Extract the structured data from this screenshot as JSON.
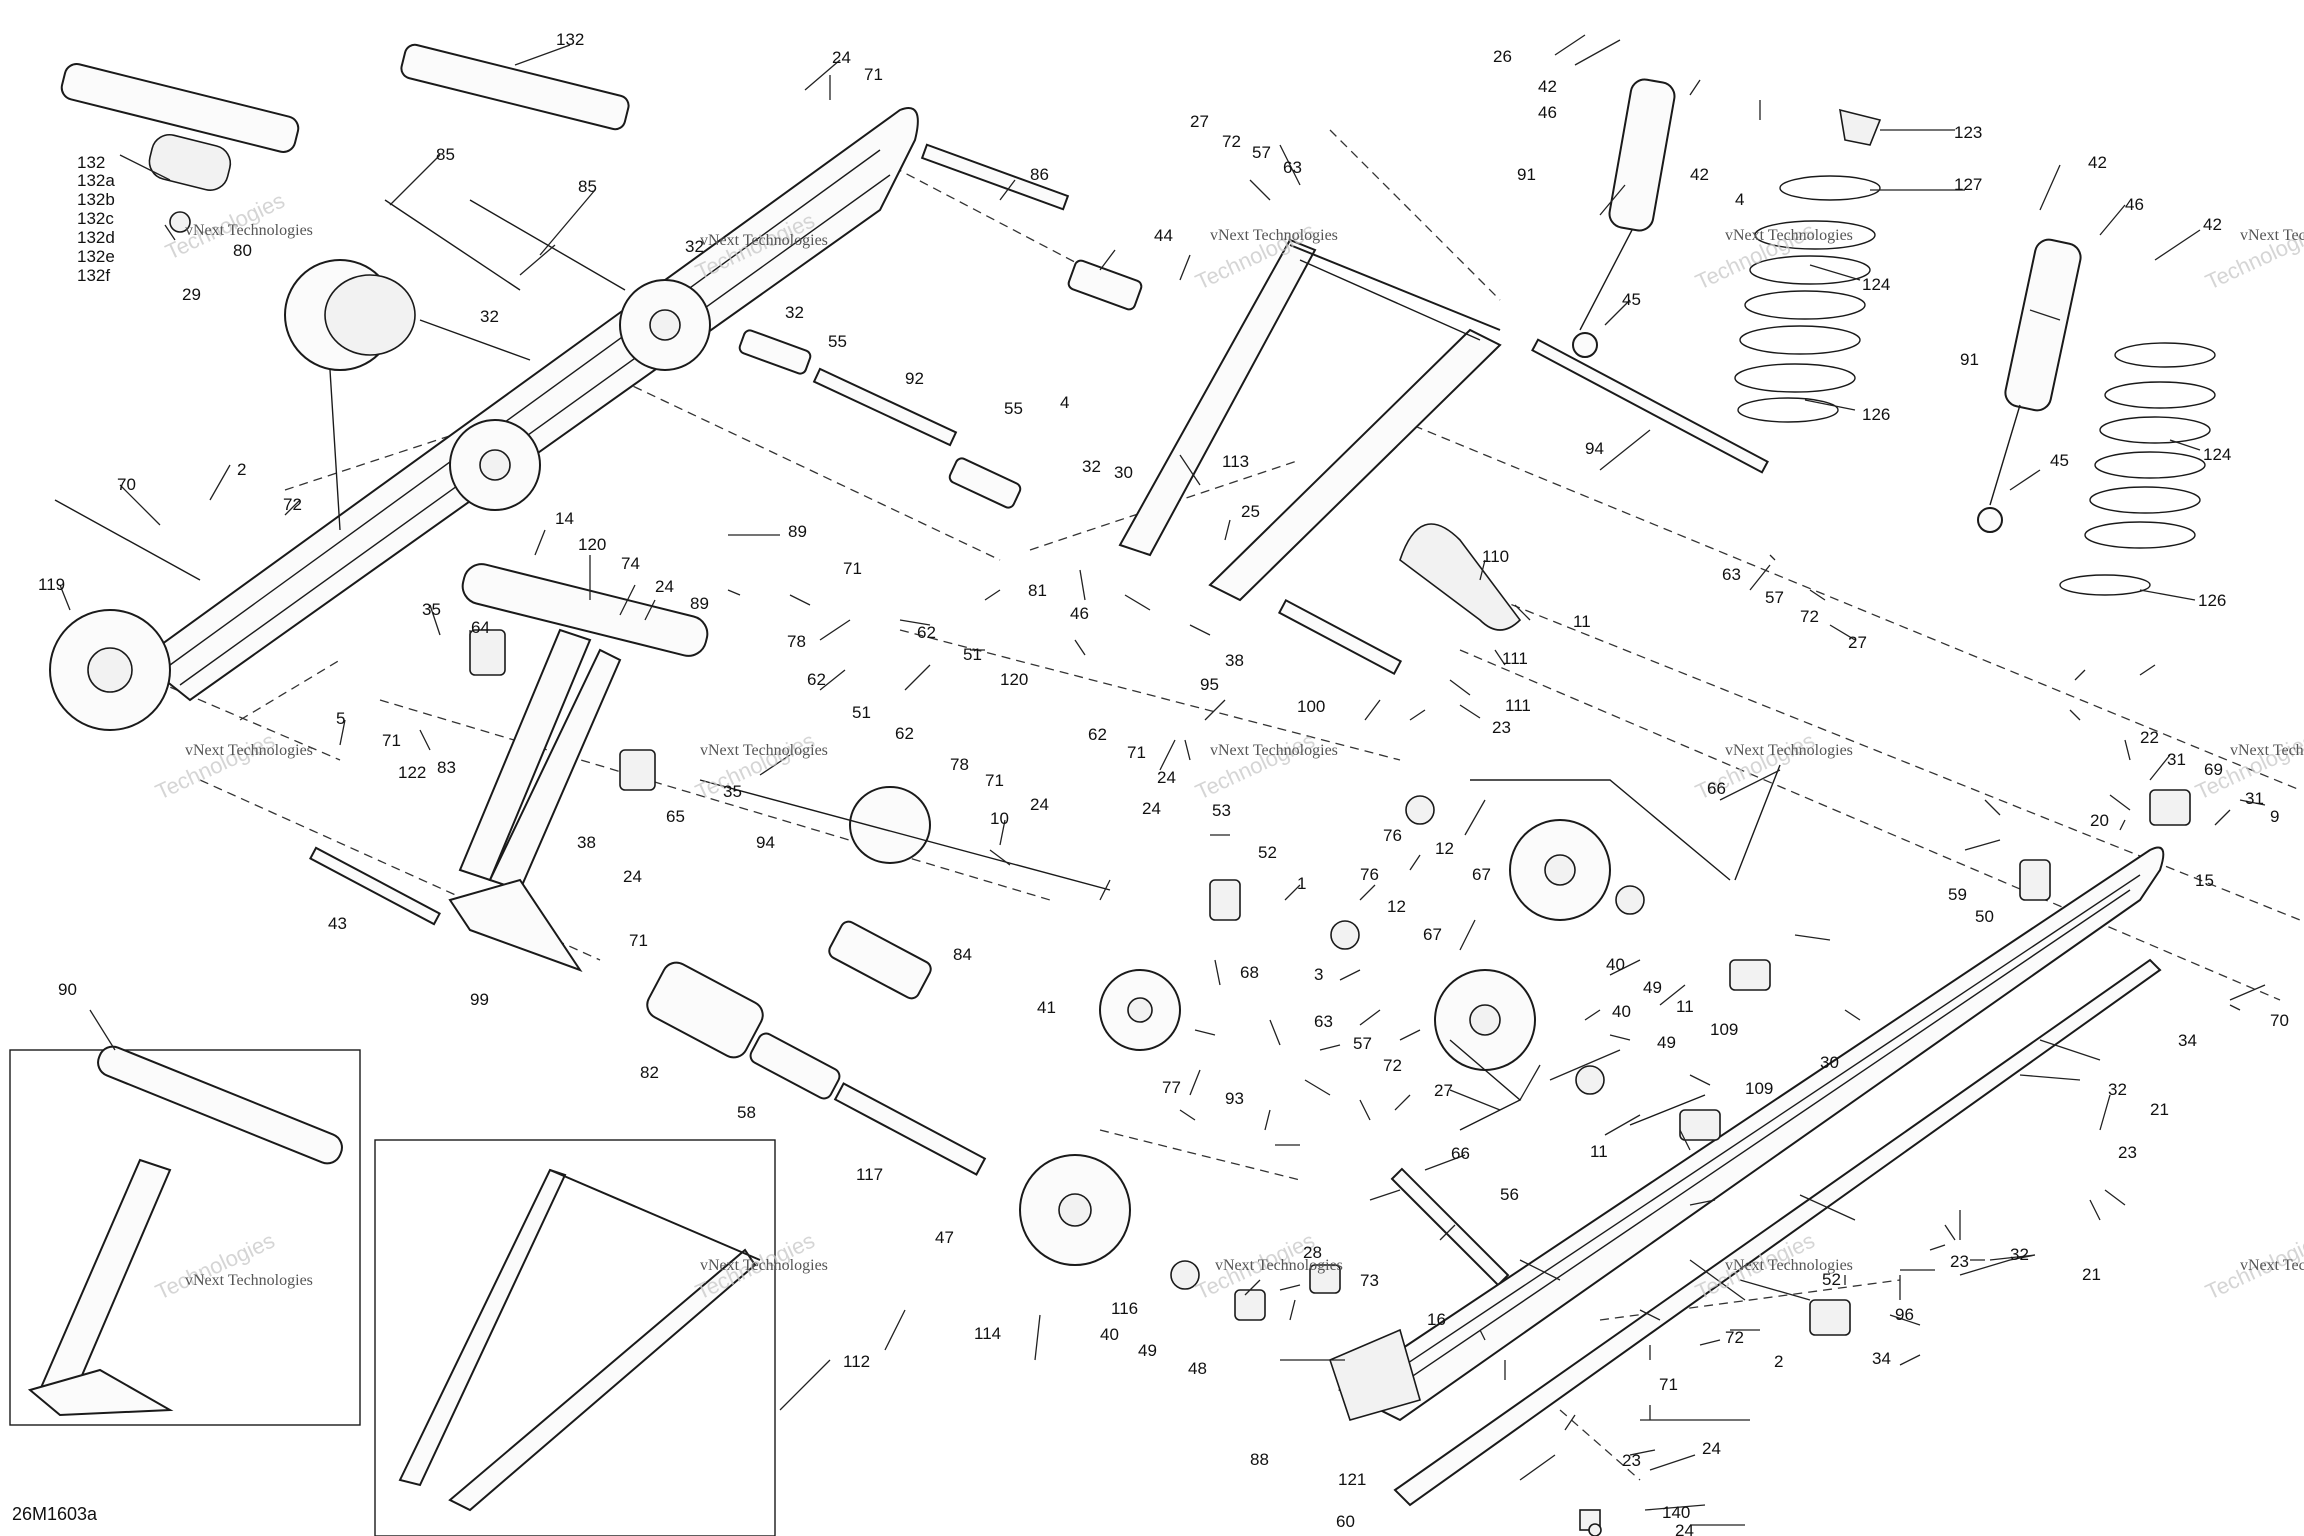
{
  "reference_code": "26M1603a",
  "watermark_line1": "vNext Technologies",
  "watermark_line2": "Technologies",
  "labels": {
    "l132": "132",
    "l132a": "132a",
    "l132b": "132b",
    "l132c": "132c",
    "l132d": "132d",
    "l132e": "132e",
    "l132f": "132f",
    "l29": "29",
    "l80": "80",
    "l85a": "85",
    "l85b": "85",
    "l32a": "32",
    "l32b": "32",
    "l32c": "32",
    "l24a": "24",
    "l71a": "71",
    "l86": "86",
    "l55a": "55",
    "l92": "92",
    "l27a": "27",
    "l72a": "72",
    "l57a": "57",
    "l63a": "63",
    "l44": "44",
    "l26": "26",
    "l42a": "42",
    "l46a": "46",
    "l42b": "42",
    "l4a": "4",
    "l123": "123",
    "l127": "127",
    "l91a": "91",
    "l45a": "45",
    "l124a": "124",
    "l126a": "126",
    "l42c": "42",
    "l46b": "46",
    "l42d": "42",
    "l91b": "91",
    "l124b": "124",
    "l45b": "45",
    "l126b": "126",
    "l94a": "94",
    "l63b": "63",
    "l57b": "57",
    "l72b": "72",
    "l27b": "27",
    "l70a": "70",
    "l2a": "2",
    "l72c": "72",
    "l119": "119",
    "l14": "14",
    "l120a": "120",
    "l74": "74",
    "l24b": "24",
    "l35a": "35",
    "l64": "64",
    "l89a": "89",
    "l89b": "89",
    "l71b": "71",
    "l78a": "78",
    "l62a": "62",
    "l62b": "62",
    "l51a": "51",
    "l51b": "51",
    "l62c": "62",
    "l120b": "120",
    "l81": "81",
    "l46c": "46",
    "l30a": "30",
    "l113": "113",
    "l25": "25",
    "l38a": "38",
    "l95": "95",
    "l55b": "55",
    "l4b": "4",
    "l32d": "32",
    "l110": "110",
    "l11a": "11",
    "l111a": "111",
    "l111b": "111",
    "l23a": "23",
    "l100": "100",
    "l62d": "62",
    "l78b": "78",
    "l71c": "71",
    "l24c": "24",
    "l71d": "71",
    "l24d": "24",
    "l5": "5",
    "l71e": "71",
    "l122": "122",
    "l83": "83",
    "l65": "65",
    "l35b": "35",
    "l94b": "94",
    "l10": "10",
    "l24e": "24",
    "l53": "53",
    "l52": "52",
    "l1": "1",
    "l43": "43",
    "l38b": "38",
    "l24f": "24",
    "l71f": "71",
    "l99": "99",
    "l84": "84",
    "l41": "41",
    "l68": "68",
    "l3": "3",
    "l63c": "63",
    "l57c": "57",
    "l72d": "72",
    "l27c": "27",
    "l77": "77",
    "l93": "93",
    "l82": "82",
    "l58": "58",
    "l117": "117",
    "l47": "47",
    "l114": "114",
    "l116": "116",
    "l40a": "40",
    "l49a": "49",
    "l48": "48",
    "l28": "28",
    "l73": "73",
    "l16": "16",
    "l56": "56",
    "l66a": "66",
    "l76a": "76",
    "l12a": "12",
    "l67a": "67",
    "l40b": "40",
    "l49b": "49",
    "l11b": "11",
    "l109a": "109",
    "l76b": "76",
    "l12b": "12",
    "l67b": "67",
    "l40c": "40",
    "l49c": "49",
    "l66b": "66",
    "l11c": "11",
    "l109b": "109",
    "l30b": "30",
    "l22": "22",
    "l31a": "31",
    "l69": "69",
    "l31b": "31",
    "l9": "9",
    "l20": "20",
    "l59": "59",
    "l50": "50",
    "l15": "15",
    "l70b": "70",
    "l34a": "34",
    "l32e": "32",
    "l21a": "21",
    "l23b": "23",
    "l23c": "23",
    "l32f": "32",
    "l21b": "21",
    "l52b": "52",
    "l96": "96",
    "l34b": "34",
    "l72e": "72",
    "l2b": "2",
    "l71g": "71",
    "l24g": "24",
    "l23d": "23",
    "l140": "140",
    "l24h": "24",
    "l88": "88",
    "l121": "121",
    "l60": "60",
    "l90": "90",
    "l112": "112"
  }
}
